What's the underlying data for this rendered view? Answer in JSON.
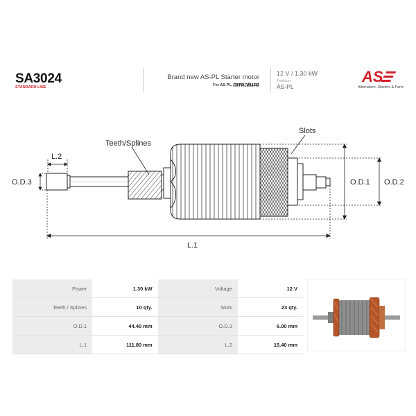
{
  "header": {
    "code": "SA3024",
    "line": "STANDARD LINE",
    "description": "Brand new AS-PL Starter motor armature",
    "subtitle": "For AS-PL, FORD, VALEO",
    "voltage_power": "12 V  /  1.30 kW",
    "producer_label": "Producer",
    "producer": "AS-PL",
    "logo_text": "AS",
    "tagline": "Alternators, Starters & Parts"
  },
  "drawing": {
    "labels": {
      "teeth": "Teeth/Splines",
      "slots": "Slots",
      "l2": "L.2",
      "od3": "O.D.3",
      "od1": "O.D.1",
      "od2": "O.D.2",
      "l1": "L.1"
    }
  },
  "specs": {
    "rows": [
      {
        "label1": "Power",
        "value1": "1.30 kW",
        "label2": "Voltage",
        "value2": "12 V"
      },
      {
        "label1": "Teeth / Splines",
        "value1": "10 qty.",
        "label2": "Slots",
        "value2": "23 qty."
      },
      {
        "label1": "O.D.1",
        "value1": "44.40 mm",
        "label2": "O.D.3",
        "value2": "6.00 mm"
      },
      {
        "label1": "L.1",
        "value1": "111.80 mm",
        "label2": "L.2",
        "value2": "15.40 mm"
      }
    ]
  },
  "colors": {
    "brand_red": "#d11f2a",
    "copper": "#b5552a",
    "table_label_bg": "#ececec"
  }
}
